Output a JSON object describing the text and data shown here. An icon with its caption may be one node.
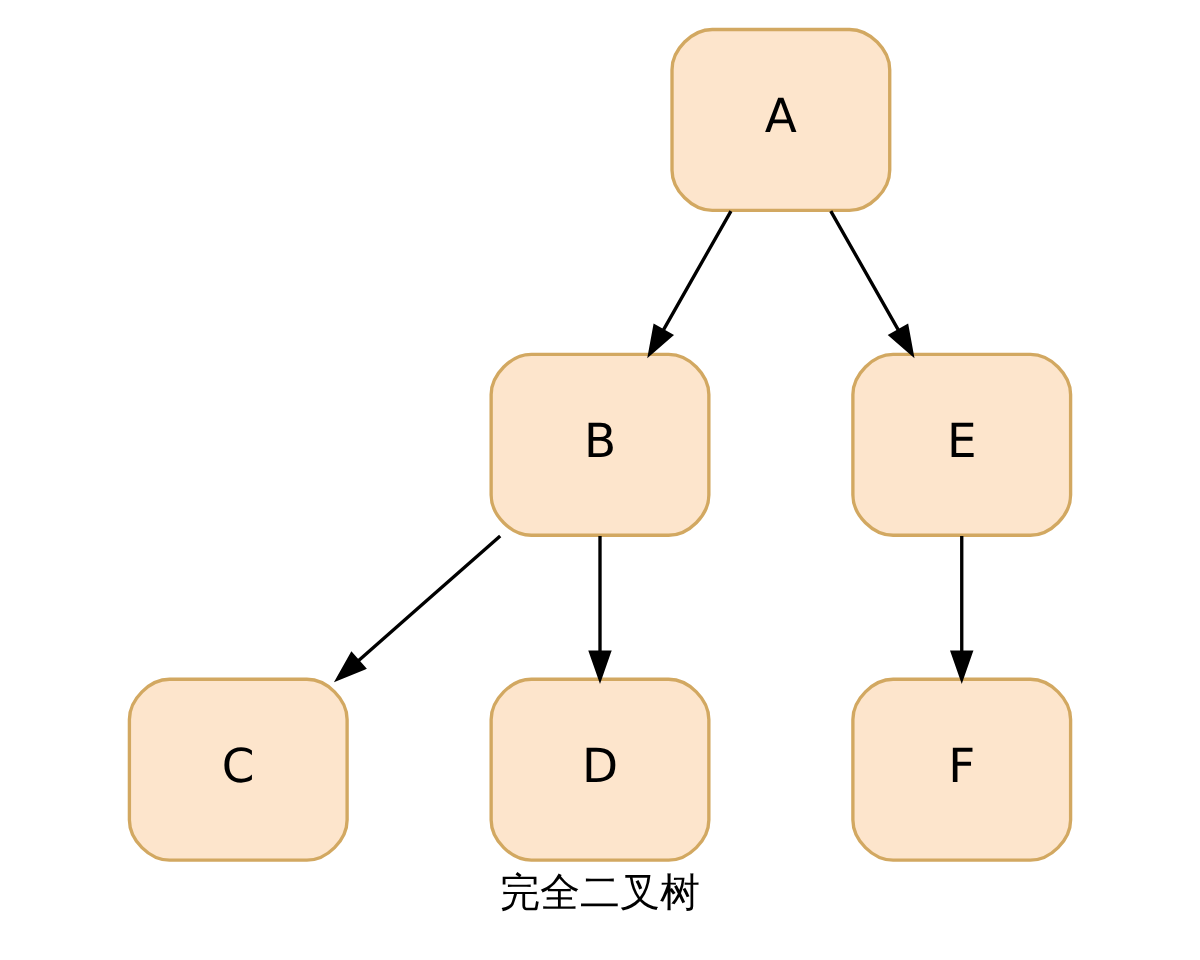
{
  "diagram": {
    "caption": "完全二叉树",
    "nodes": [
      {
        "text": [
          "A"
        ]
      },
      {
        "text": [
          "B"
        ]
      },
      {
        "text": [
          "E"
        ]
      },
      {
        "text": [
          "C"
        ]
      },
      {
        "text": [
          "D"
        ]
      },
      {
        "text": [
          "F"
        ]
      }
    ],
    "edges": [
      {
        "from": 0,
        "to": 1,
        "arrow": "to"
      },
      {
        "from": 0,
        "to": 2,
        "arrow": "to"
      },
      {
        "from": 1,
        "to": 3,
        "arrow": "to"
      },
      {
        "from": 1,
        "to": 4,
        "arrow": "to"
      },
      {
        "from": 2,
        "to": 5,
        "arrow": "to"
      }
    ]
  }
}
